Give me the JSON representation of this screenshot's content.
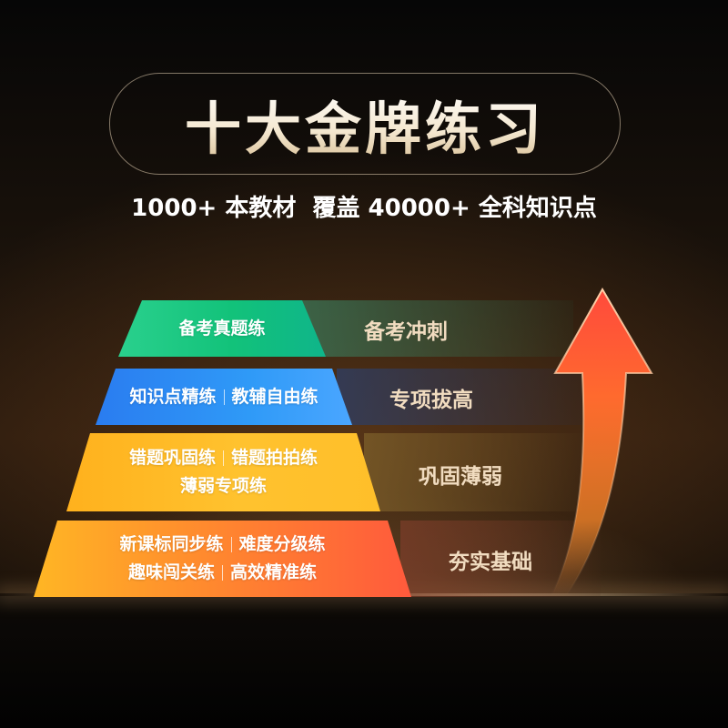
{
  "title": "十大金牌练习",
  "subtitle": {
    "text": "1000+ 本教材  覆盖 40000+ 全科知识点"
  },
  "tiers": [
    {
      "category": "备考冲刺",
      "lines": [
        [
          "备考真题练"
        ]
      ]
    },
    {
      "category": "专项拔高",
      "lines": [
        [
          "知识点精练",
          "教辅自由练"
        ]
      ]
    },
    {
      "category": "巩固薄弱",
      "lines": [
        [
          "错题巩固练",
          "错题拍拍练"
        ],
        [
          "薄弱专项练"
        ]
      ]
    },
    {
      "category": "夯实基础",
      "lines": [
        [
          "新课标同步练",
          "难度分级练"
        ],
        [
          "趣味闯关练",
          "高效精准练"
        ]
      ]
    }
  ],
  "colors": {
    "tier1": "#12c27a",
    "tier2": "#2f9af7",
    "tier3": "#ffc22e",
    "tier4": "#ff6a3a",
    "arrow_top": "#ff5a3c",
    "category_text": "#f1dcc0"
  },
  "icons": {
    "growth_arrow": "up-arrow-icon"
  }
}
